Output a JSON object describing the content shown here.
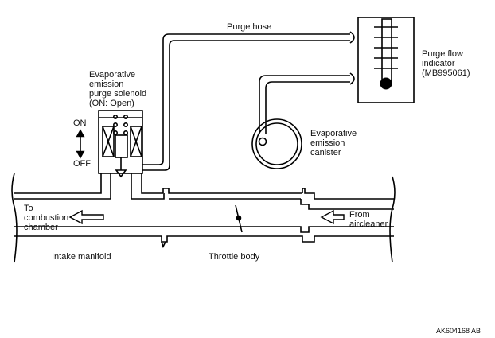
{
  "labels": {
    "purge_hose": "Purge hose",
    "purge_flow_indicator": "Purge flow\nindicator\n(MB995061)",
    "solenoid": "Evaporative\nemission\npurge solenoid\n(ON: Open)",
    "on": "ON",
    "off": "OFF",
    "canister": "Evaporative\nemission\ncanister",
    "to_combustion": "To\ncombustion\nchamber",
    "from_aircleaner": "From\naircleaner",
    "intake_manifold": "Intake manifold",
    "throttle_body": "Throttle body",
    "figure_code": "AK604168 AB"
  }
}
